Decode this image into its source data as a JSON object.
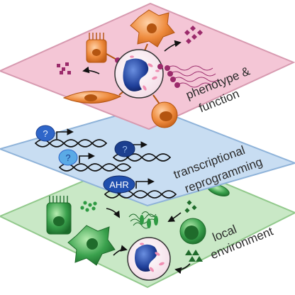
{
  "layers": {
    "top": {
      "label_line1": "phenotype &",
      "label_line2": "function",
      "fill": "#f4c6d6",
      "stroke": "#d79ab0"
    },
    "middle": {
      "label_line1": "transcriptional",
      "label_line2": "reprogramming",
      "fill": "#c8ddf2",
      "stroke": "#8fb3d9"
    },
    "bottom": {
      "label_line1": "local",
      "label_line2": "environment",
      "fill": "#c9e8c6",
      "stroke": "#92c98c"
    }
  },
  "transcription_factors": {
    "unknown_1": "?",
    "unknown_2": "?",
    "unknown_3": "?",
    "ahr": "AHR"
  },
  "colors": {
    "orange_cell": "#ee8a3c",
    "magenta_particle": "#9b2a6b",
    "blue_nucleus": "#1f3f99",
    "green_cell": "#2f9a43",
    "green_dark": "#1f6b2b",
    "tf_blue": "#2f66c9",
    "tf_light": "#5aaae6",
    "tf_dark": "#1c3f8f"
  }
}
